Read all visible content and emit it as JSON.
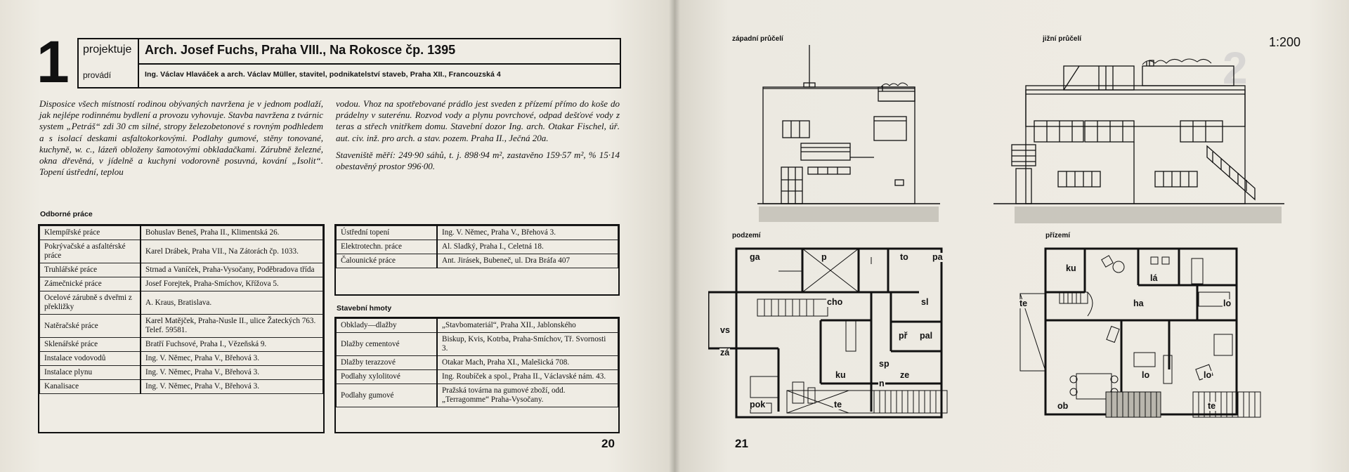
{
  "left_page": {
    "number": "1",
    "header": {
      "label_design": "projektuje",
      "label_build": "provádí",
      "architect": "Arch. Josef Fuchs, Praha VIII., Na Rokosce čp. 1395",
      "builder": "Ing. Václav Hlaváček a arch. Václav Müller, stavitel, podnikatelství staveb, Praha XII., Francouzská 4"
    },
    "text_col1": "Disposice všech místností rodinou obývaných navržena je v jednom podlaží, jak nejlépe rodinnému bydlení a provozu vyhovuje. Stavba navržena z tvárnic system „Petráš“ zdi 30 cm silné, stropy železobetonové s rovným podhledem a s isolací deskami asfaltokorkovými. Podlahy gumové, stěny tonované, kuchyně, w. c., lázeň obloženy šamotovými obkladačkami. Zárubně železné, okna dřevěná, v jídelně a kuchyni vodorovně posuvná, kování „Isolit“. Topení ústřední, teplou",
    "text_col2_p1": "vodou. Vhoz na spotřebované prádlo jest sveden z přízemí přímo do koše do prádelny v suterénu. Rozvod vody a plynu povrchové, odpad dešťové vody z teras a střech vnitřkem domu. Stavební dozor Ing. arch. Otakar Fischel, úř. aut. civ. inž. pro arch. a stav. pozem. Praha II., Ječná 20a.",
    "text_col2_p2": "Staveniště měří: 249·90 sáhů, t. j. 898·94 m², zastavěno 159·57 m², % 15·14 obestavěný prostor 996·00.",
    "odborne_title": "Odborné práce",
    "odborne": [
      {
        "k": "Klempířské práce",
        "v": "Bohuslav Beneš, Praha II., Klimentská 26."
      },
      {
        "k": "Pokrývačské a asfaltérské práce",
        "v": "Karel Drábek, Praha VII., Na Zátorách čp. 1033."
      },
      {
        "k": "Truhlářské práce",
        "v": "Strnad a Vaníček, Praha-Vysočany, Poděbradova třída"
      },
      {
        "k": "Zámečnické práce",
        "v": "Josef Forejtek, Praha-Smíchov, Křížova 5."
      },
      {
        "k": "Ocelové zárubně s dveřmi z překližky",
        "v": "A. Kraus, Bratislava."
      },
      {
        "k": "Natěračské práce",
        "v": "Karel Matějček, Praha-Nusle II., ulice Žateckých 763. Telef. 59581."
      },
      {
        "k": "Sklenářské práce",
        "v": "Bratří Fuchsové, Praha I., Vězeňská 9."
      },
      {
        "k": "Instalace vodovodů",
        "v": "Ing. V. Němec, Praha V., Břehová 3."
      },
      {
        "k": "Instalace plynu",
        "v": "Ing. V. Němec, Praha V., Břehová 3."
      },
      {
        "k": "Kanalisace",
        "v": "Ing. V. Němec, Praha V., Břehová 3."
      }
    ],
    "odborne2": [
      {
        "k": "Ústřední topení",
        "v": "Ing. V. Němec, Praha V., Břehová 3."
      },
      {
        "k": "Elektrotechn. práce",
        "v": "Al. Sladký, Praha I., Celetná 18."
      },
      {
        "k": "Čalounické práce",
        "v": "Ant. Jirásek, Bubeneč, ul. Dra Bráfa 407"
      }
    ],
    "hmoty_title": "Stavební hmoty",
    "hmoty": [
      {
        "k": "Obklady—dlažby",
        "v": "„Stavbomateriál“, Praha XII., Jablonského"
      },
      {
        "k": "Dlažby cementové",
        "v": "Biskup, Kvis, Kotrba, Praha-Smíchov, Tř. Svornosti 3."
      },
      {
        "k": "Dlažby terazzové",
        "v": "Otakar Mach, Praha XI., Malešická 708."
      },
      {
        "k": "Podlahy xylolitové",
        "v": "Ing. Roubíček a spol., Praha II., Václavské nám. 43."
      },
      {
        "k": "Podlahy gumové",
        "v": "Pražská továrna na gumové zboží, odd. „Terragomme“ Praha-Vysočany."
      }
    ],
    "page_number": "20"
  },
  "right_page": {
    "cap_west": "západní průčelí",
    "cap_south": "jižní průčelí",
    "scale": "1:200",
    "cap_basement": "podzemí",
    "cap_ground": "přízemí",
    "basement_rooms": [
      "ga",
      "p",
      "to",
      "pa",
      "cho",
      "sl",
      "vs",
      "př",
      "pal",
      "zá",
      "sp",
      "n",
      "ku",
      "ze",
      "pok",
      "te"
    ],
    "ground_rooms": [
      "ku",
      "lá",
      "te",
      "ha",
      "lo",
      "lo",
      "lo",
      "ob",
      "te"
    ],
    "page_number": "21"
  }
}
